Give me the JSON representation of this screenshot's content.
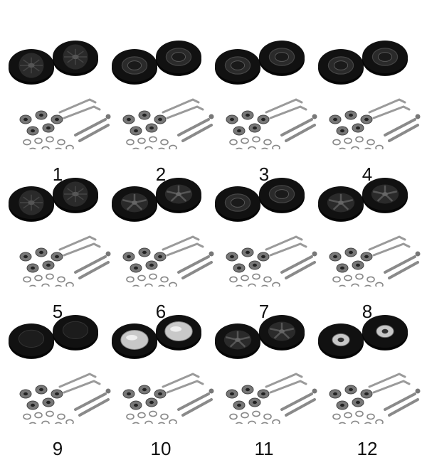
{
  "kits": [
    {
      "label": "1",
      "style": "spoke"
    },
    {
      "label": "2",
      "style": "ring"
    },
    {
      "label": "3",
      "style": "ring"
    },
    {
      "label": "4",
      "style": "ring"
    },
    {
      "label": "5",
      "style": "spoke"
    },
    {
      "label": "6",
      "style": "star"
    },
    {
      "label": "7",
      "style": "ring"
    },
    {
      "label": "8",
      "style": "star"
    },
    {
      "label": "9",
      "style": "cap"
    },
    {
      "label": "10",
      "style": "chrome"
    },
    {
      "label": "11",
      "style": "star"
    },
    {
      "label": "12",
      "style": "bearing"
    }
  ],
  "colors": {
    "wheel": "#111111",
    "rim": "#2a2a2a",
    "metal": "#9a9a9a",
    "chrome": "#c8c8c8",
    "text": "#111111"
  }
}
